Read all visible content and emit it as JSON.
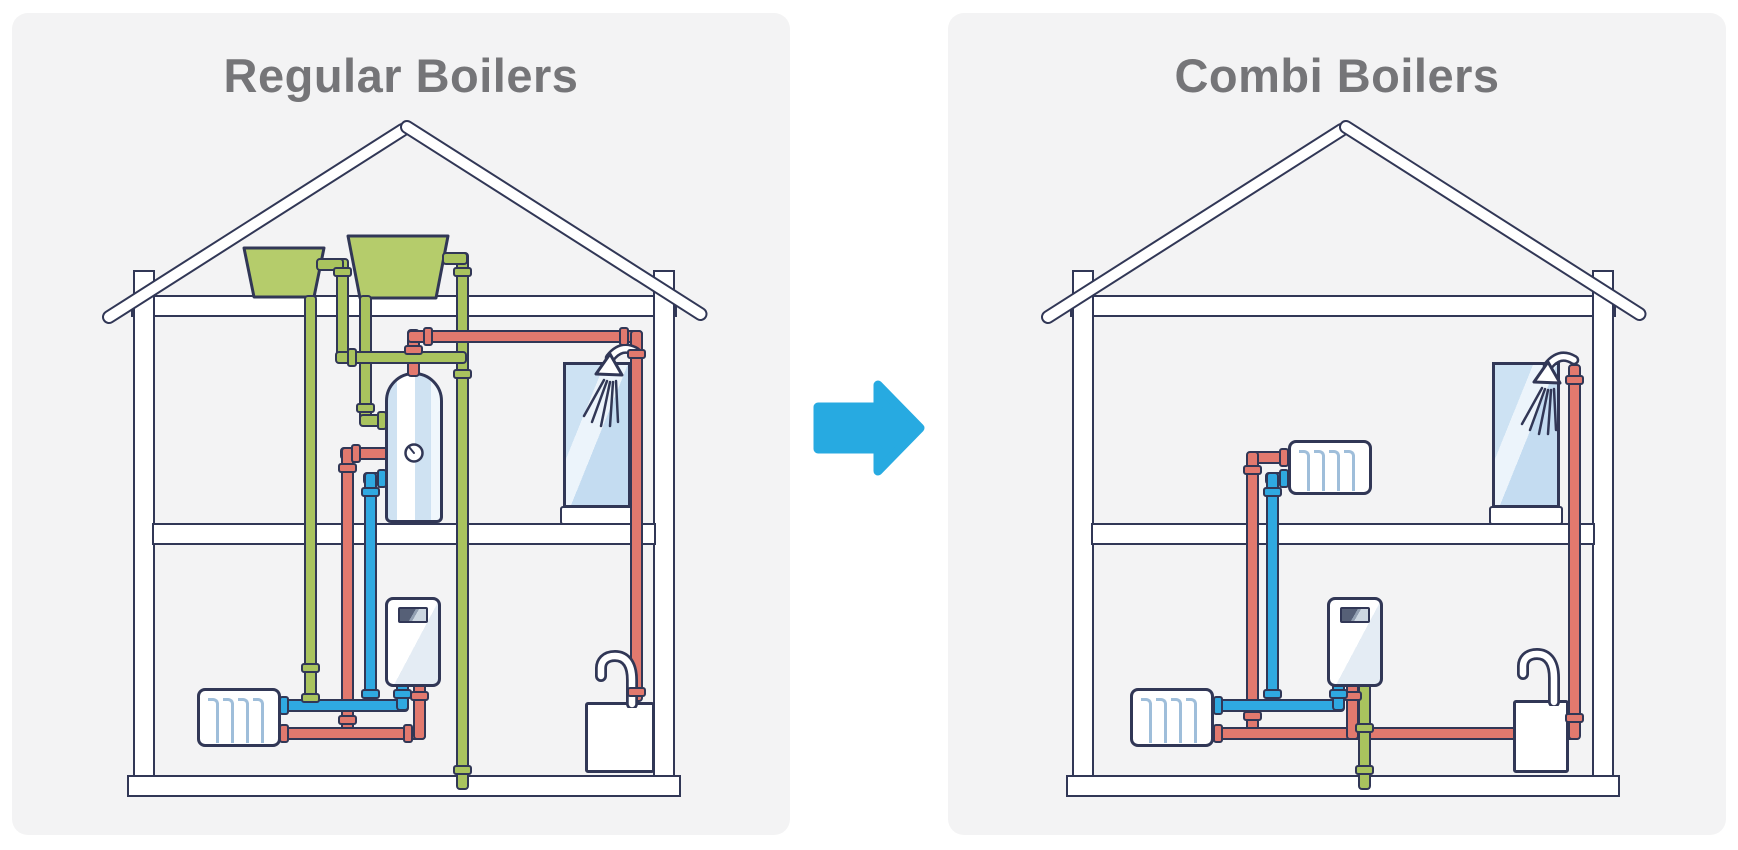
{
  "panels": [
    {
      "id": "regular-boilers",
      "title": "Regular Boilers"
    },
    {
      "id": "combi-boilers",
      "title": "Combi Boilers"
    }
  ],
  "arrow": {
    "name": "transition-arrow-icon",
    "direction": "right",
    "color": "#27aae1"
  },
  "colors": {
    "outline": "#313756",
    "panel_background": "#f3f3f4",
    "hot_water_pipe": "#e2796e",
    "cold_return_pipe": "#2fa9e1",
    "vent_gas_pipe": "#a9c35e",
    "tank_fill": "#b5cc6b",
    "radiator_fins": "#9fbeda",
    "shower_glass": "#cfe3f4",
    "title_text": "#757578"
  },
  "diagram": {
    "left_components": [
      "roof",
      "feed-expansion-tank",
      "cold-water-storage-tank",
      "hot-water-cylinder",
      "temperature-gauge",
      "boiler",
      "radiator",
      "shower",
      "sink",
      "faucet",
      "vent-pipe",
      "cold-feed-pipe",
      "hot-water-pipe",
      "heating-flow-pipe",
      "heating-return-pipe"
    ],
    "right_components": [
      "roof",
      "upstairs-radiator",
      "combi-boiler",
      "radiator",
      "shower",
      "sink",
      "faucet",
      "gas-supply-pipe",
      "hot-water-pipe",
      "heating-flow-pipe",
      "heating-return-pipe"
    ]
  }
}
